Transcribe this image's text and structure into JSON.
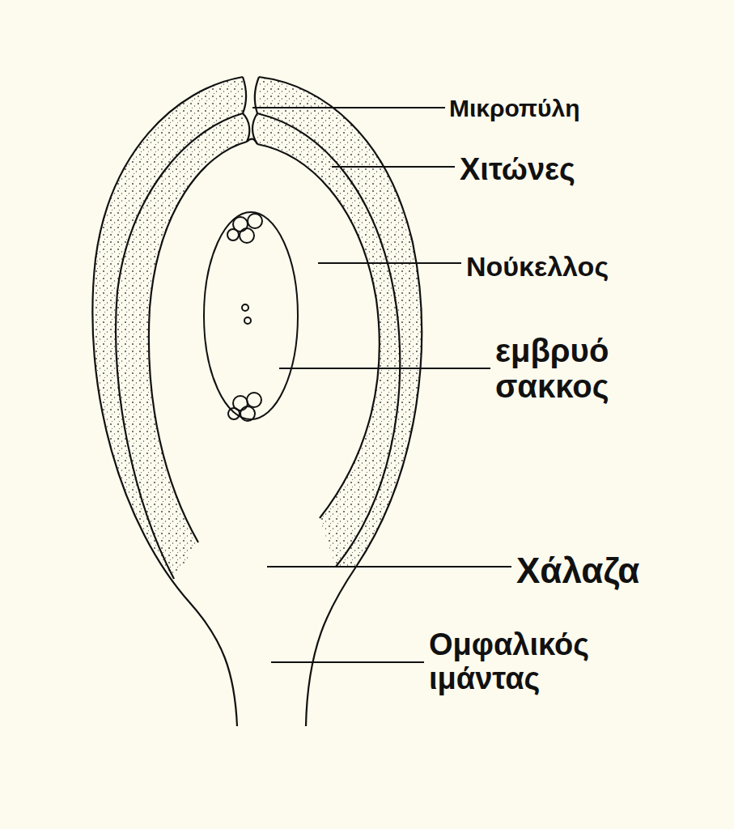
{
  "diagram": {
    "labels": [
      "Μικροπύλη",
      "Χιτώνες",
      "Νούκελλος",
      "εμβρυό σακκος",
      "Χάλαζα",
      "Ομφαλικός ιμάντας"
    ]
  }
}
